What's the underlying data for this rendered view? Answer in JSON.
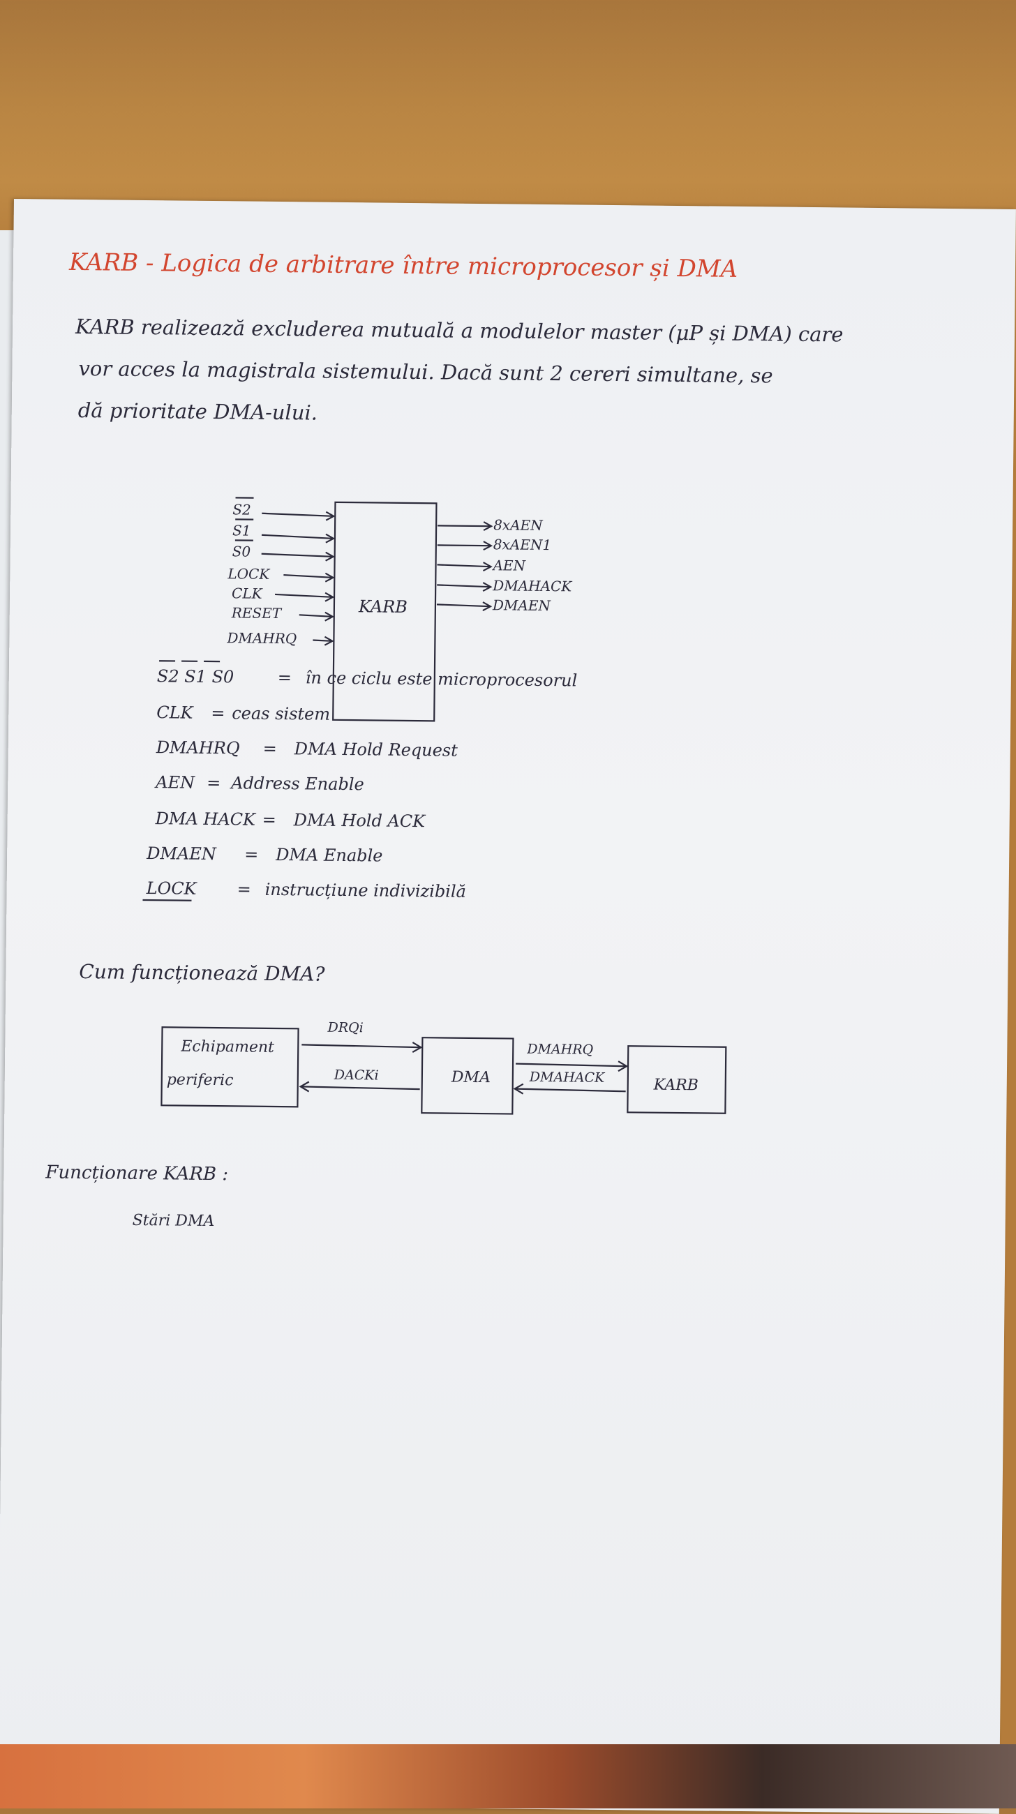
{
  "title": "KARB - Logica de arbitrare între microprocesor și DMA",
  "intro": {
    "line1": "KARB realizează excluderea mutuală a modulelor master (μP și DMA) care",
    "line2": "vor acces la magistrala sistemului. Dacă sunt 2 cereri simultane, se",
    "line3": "dă prioritate DMA-ului."
  },
  "karb_diagram": {
    "block_label": "KARB",
    "inputs": [
      "S2",
      "S1",
      "S0",
      "LOCK",
      "CLK",
      "RESET",
      "DMAHRQ"
    ],
    "outputs": [
      "8xAEN",
      "8xAEN1",
      "AEN",
      "DMAHACK",
      "DMAEN"
    ]
  },
  "definitions": [
    {
      "term": "S2 S1 S0",
      "sep": "=",
      "desc": "în ce ciclu este microprocesorul"
    },
    {
      "term": "CLK",
      "sep": "=",
      "desc": "ceas sistem"
    },
    {
      "term": "DMAHRQ",
      "sep": "=",
      "desc": "DMA Hold Request"
    },
    {
      "term": "AEN",
      "sep": "=",
      "desc": "Address Enable"
    },
    {
      "term": "DMA HACK",
      "sep": "=",
      "desc": "DMA Hold ACK"
    },
    {
      "term": "DMAEN",
      "sep": "=",
      "desc": "DMA Enable"
    },
    {
      "term": "LOCK",
      "sep": "=",
      "desc": "instrucțiune indivizibilă"
    }
  ],
  "question": "Cum funcționează DMA?",
  "dma_diagram": {
    "peripheral_line1": "Echipament",
    "peripheral_line2": "periferic",
    "dma_label": "DMA",
    "karb_label": "KARB",
    "drq": "DRQi",
    "dack": "DACKi",
    "dmahrq": "DMAHRQ",
    "dmahack": "DMAHACK"
  },
  "section_heading": "Funcționare KARB :",
  "subheading": "Stări DMA",
  "colors": {
    "red_ink": "#d2452e",
    "dark_ink": "#2b2a3a",
    "paper": "#eef0f3",
    "desk": "#b98543"
  }
}
